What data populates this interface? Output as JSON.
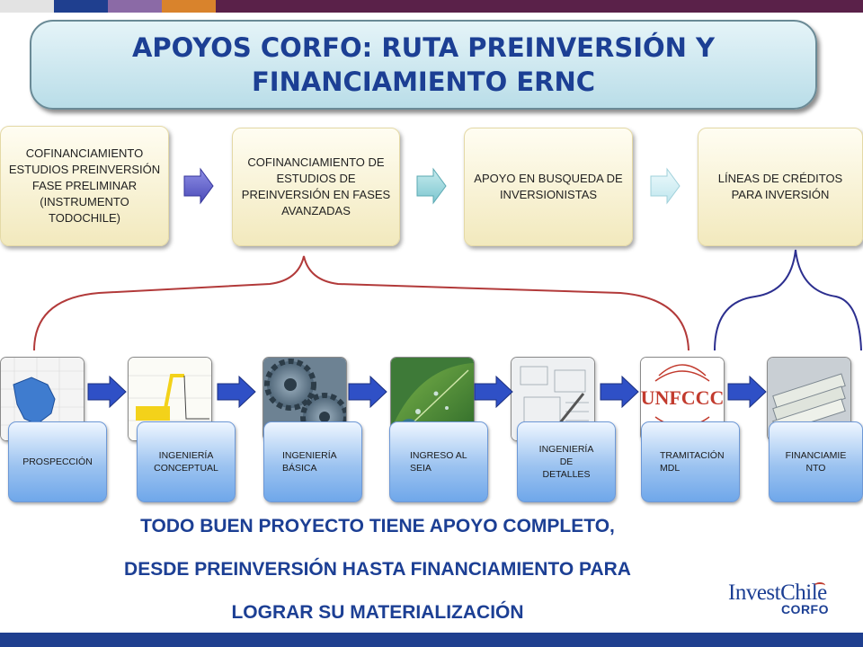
{
  "header": {
    "title_line1": "APOYOS CORFO: RUTA PREINVERSIÓN Y",
    "title_line2": "FINANCIAMIENTO ERNC"
  },
  "stages": [
    {
      "label": "COFINANCIAMIENTO ESTUDIOS PREINVERSIÓN FASE PRELIMINAR (INSTRUMENTO TODOCHILE)"
    },
    {
      "label": "COFINANCIAMIENTO DE ESTUDIOS DE PREINVERSIÓN EN FASES AVANZADAS"
    },
    {
      "label": "APOYO EN BUSQUEDA DE INVERSIONISTAS"
    },
    {
      "label": "LÍNEAS DE CRÉDITOS PARA INVERSIÓN"
    }
  ],
  "steps": [
    {
      "label": "PROSPECCIÓN"
    },
    {
      "label": "INGENIERÍA CONCEPTUAL"
    },
    {
      "label": "INGENIERÍA BÁSICA"
    },
    {
      "label": "INGRESO AL SEIA"
    },
    {
      "label": "INGENIERÍA DE DETALLES"
    },
    {
      "label": "TRAMITACIÓN MDL"
    },
    {
      "label": "FINANCIAMIENTO"
    }
  ],
  "photos": [
    {
      "icon": "map-icon"
    },
    {
      "icon": "chart-icon"
    },
    {
      "icon": "gears-icon"
    },
    {
      "icon": "leaf-icon"
    },
    {
      "icon": "blueprint-icon"
    },
    {
      "icon": "unfccc-logo-icon",
      "text": "UNFCCC"
    },
    {
      "icon": "banknotes-icon"
    }
  ],
  "message": {
    "line1": "TODO BUEN PROYECTO TIENE APOYO COMPLETO,",
    "line2": "DESDE PREINVERSIÓN HASTA FINANCIAMIENTO PARA",
    "line3": "LOGRAR SU MATERIALIZACIÓN"
  },
  "logo": {
    "line1": "InvestChile",
    "line2": "CORFO"
  },
  "colors": {
    "title_text": "#1c3f94",
    "top_bar": "#5a2149",
    "bottom_bar": "#1f3f8f",
    "red_bracket": "#b23a3a",
    "blue_bracket": "#2c2f8f"
  }
}
